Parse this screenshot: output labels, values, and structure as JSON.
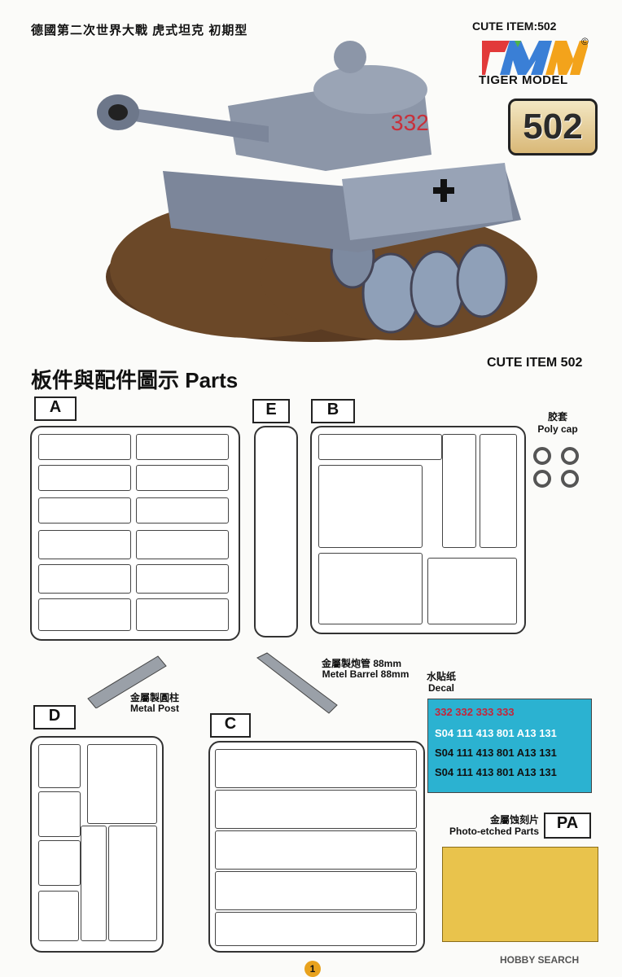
{
  "header": {
    "title_cn": "德國第二次世界大戰 虎式坦克 初期型",
    "item": "CUTE ITEM:502",
    "brand": "TIGER MODEL",
    "copyright": "©",
    "badge": "502"
  },
  "tank": {
    "turret_number": "332"
  },
  "parts": {
    "title": "板件與配件圖示 Parts",
    "item": "CUTE ITEM  502"
  },
  "sprues": {
    "A": "A",
    "E": "E",
    "B": "B",
    "D": "D",
    "C": "C",
    "PA": "PA"
  },
  "polycap": {
    "cn": "胶套",
    "en": "Poly cap"
  },
  "metal_post": {
    "cn": "金屬製圓柱",
    "en": "Metal Post"
  },
  "metal_barrel": {
    "cn": "金屬製炮管 88mm",
    "en": "Metel Barrel 88mm"
  },
  "decal": {
    "cn": "水貼纸",
    "en": "Decal",
    "rows": [
      "332 332  333 333",
      "S04 111 413 801 A13 131",
      "S04 111 413 801 A13 131",
      "S04 111 413 801 A13 131"
    ]
  },
  "photo_etched": {
    "cn": "金屬蚀刻片",
    "en": "Photo-etched Parts"
  },
  "page_number": "1",
  "watermark": "HOBBY SEARCH",
  "colors": {
    "badge": "#d9b877",
    "decal_bg": "#2bb2d1",
    "pe": "#e9c34c",
    "tank": "#8c96a8"
  }
}
